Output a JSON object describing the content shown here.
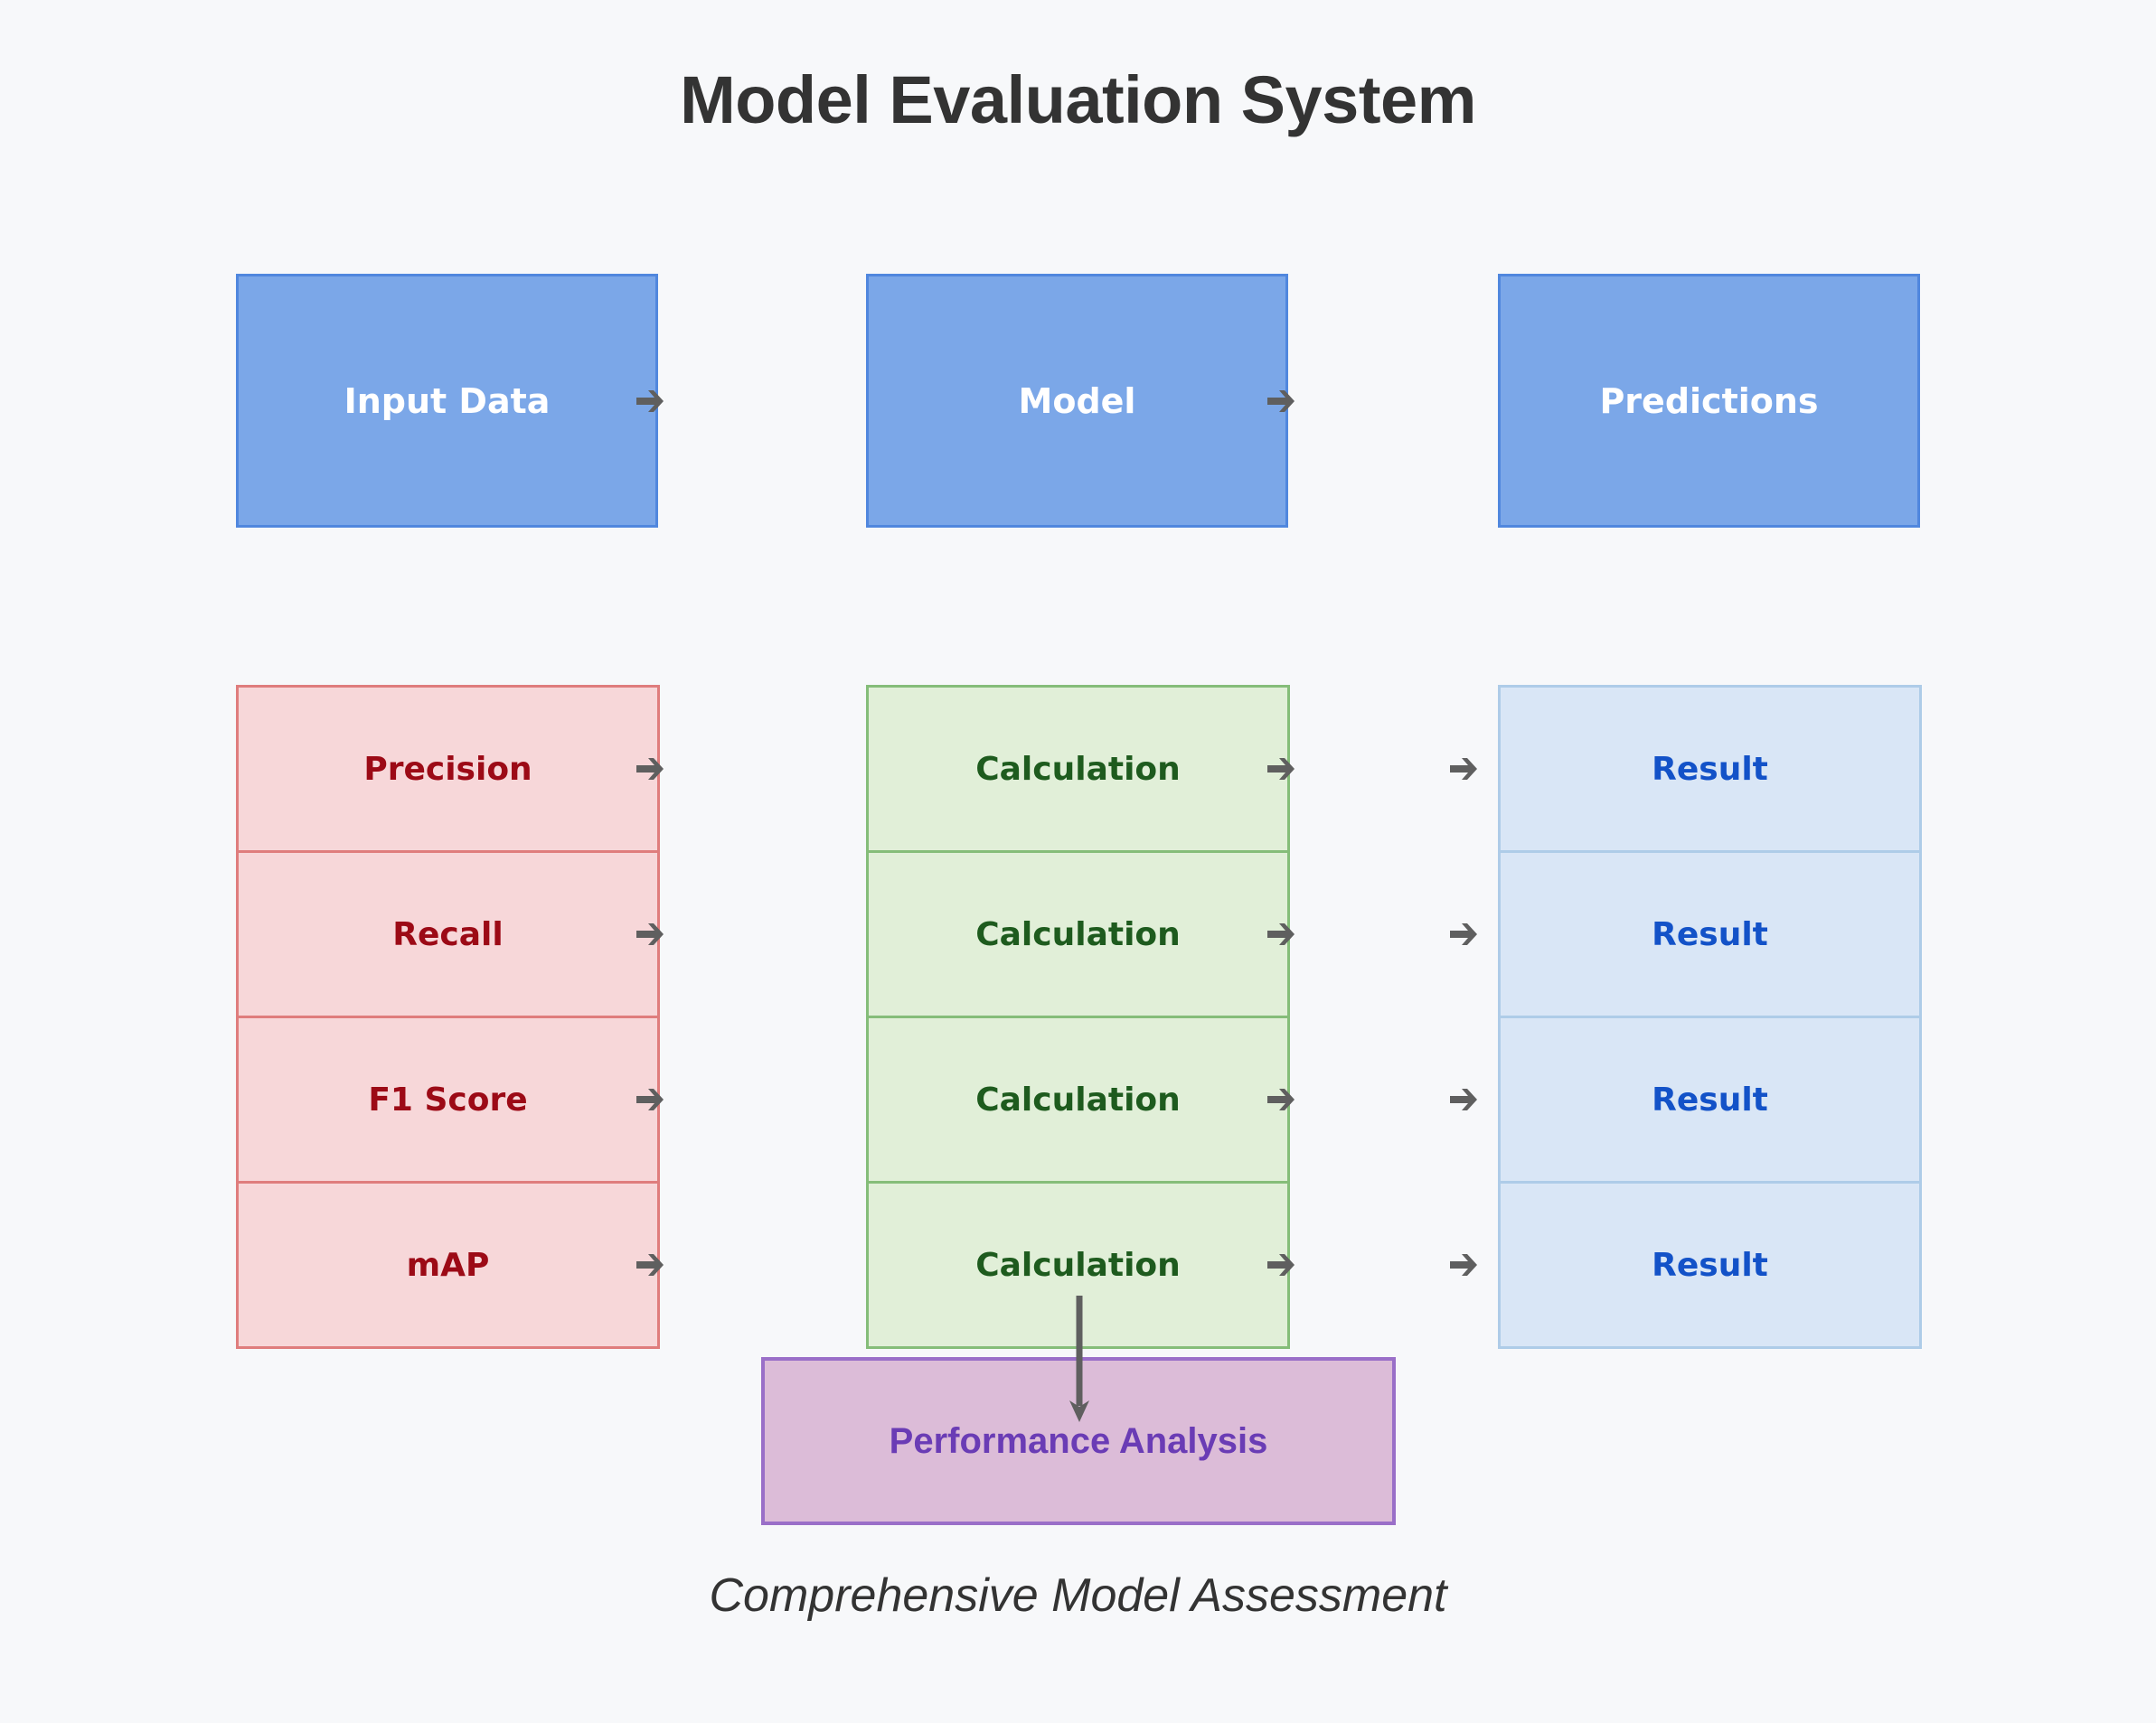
{
  "page": {
    "title": "Model Evaluation System",
    "caption": "Comprehensive Model Assessment",
    "background_color": "#f7f8fa",
    "title_color": "#333333"
  },
  "pipeline": {
    "label": "top-pipeline",
    "stages": [
      {
        "label": "Input Data",
        "fill": "#7BA7E8",
        "border": "#5087DE",
        "text_color": "#ffffff",
        "has_outgoing_arrow": true
      },
      {
        "label": "Model",
        "fill": "#7BA7E8",
        "border": "#5087DE",
        "text_color": "#ffffff",
        "has_outgoing_arrow": true
      },
      {
        "label": "Predictions",
        "fill": "#7BA7E8",
        "border": "#5087DE",
        "text_color": "#ffffff",
        "has_outgoing_arrow": false
      }
    ]
  },
  "metrics_table": {
    "columns": [
      {
        "name": "metrics",
        "fill": "#F7D7D9",
        "border": "#DF7D7D",
        "text_color": "#9C0A16"
      },
      {
        "name": "calculations",
        "fill": "#E1EFD8",
        "border": "#85BD79",
        "text_color": "#1E5B1E"
      },
      {
        "name": "results",
        "fill": "#D9E6F6",
        "border": "#AECCE8",
        "text_color": "#1352C8"
      }
    ],
    "rows": [
      {
        "metric": "Precision",
        "calculation": "Calculation",
        "result": "Result"
      },
      {
        "metric": "Recall",
        "calculation": "Calculation",
        "result": "Result"
      },
      {
        "metric": "F1 Score",
        "calculation": "Calculation",
        "result": "Result"
      },
      {
        "metric": "mAP",
        "calculation": "Calculation",
        "result": "Result"
      }
    ]
  },
  "summary": {
    "label": "Performance Analysis",
    "fill": "#DCBCD8",
    "border": "#9A6FC8",
    "text_color": "#6A3CB5"
  },
  "arrows": {
    "color": "#5F5F5F",
    "glyph": "arrow-right-icon",
    "vertical_glyph": "arrow-down-icon"
  }
}
